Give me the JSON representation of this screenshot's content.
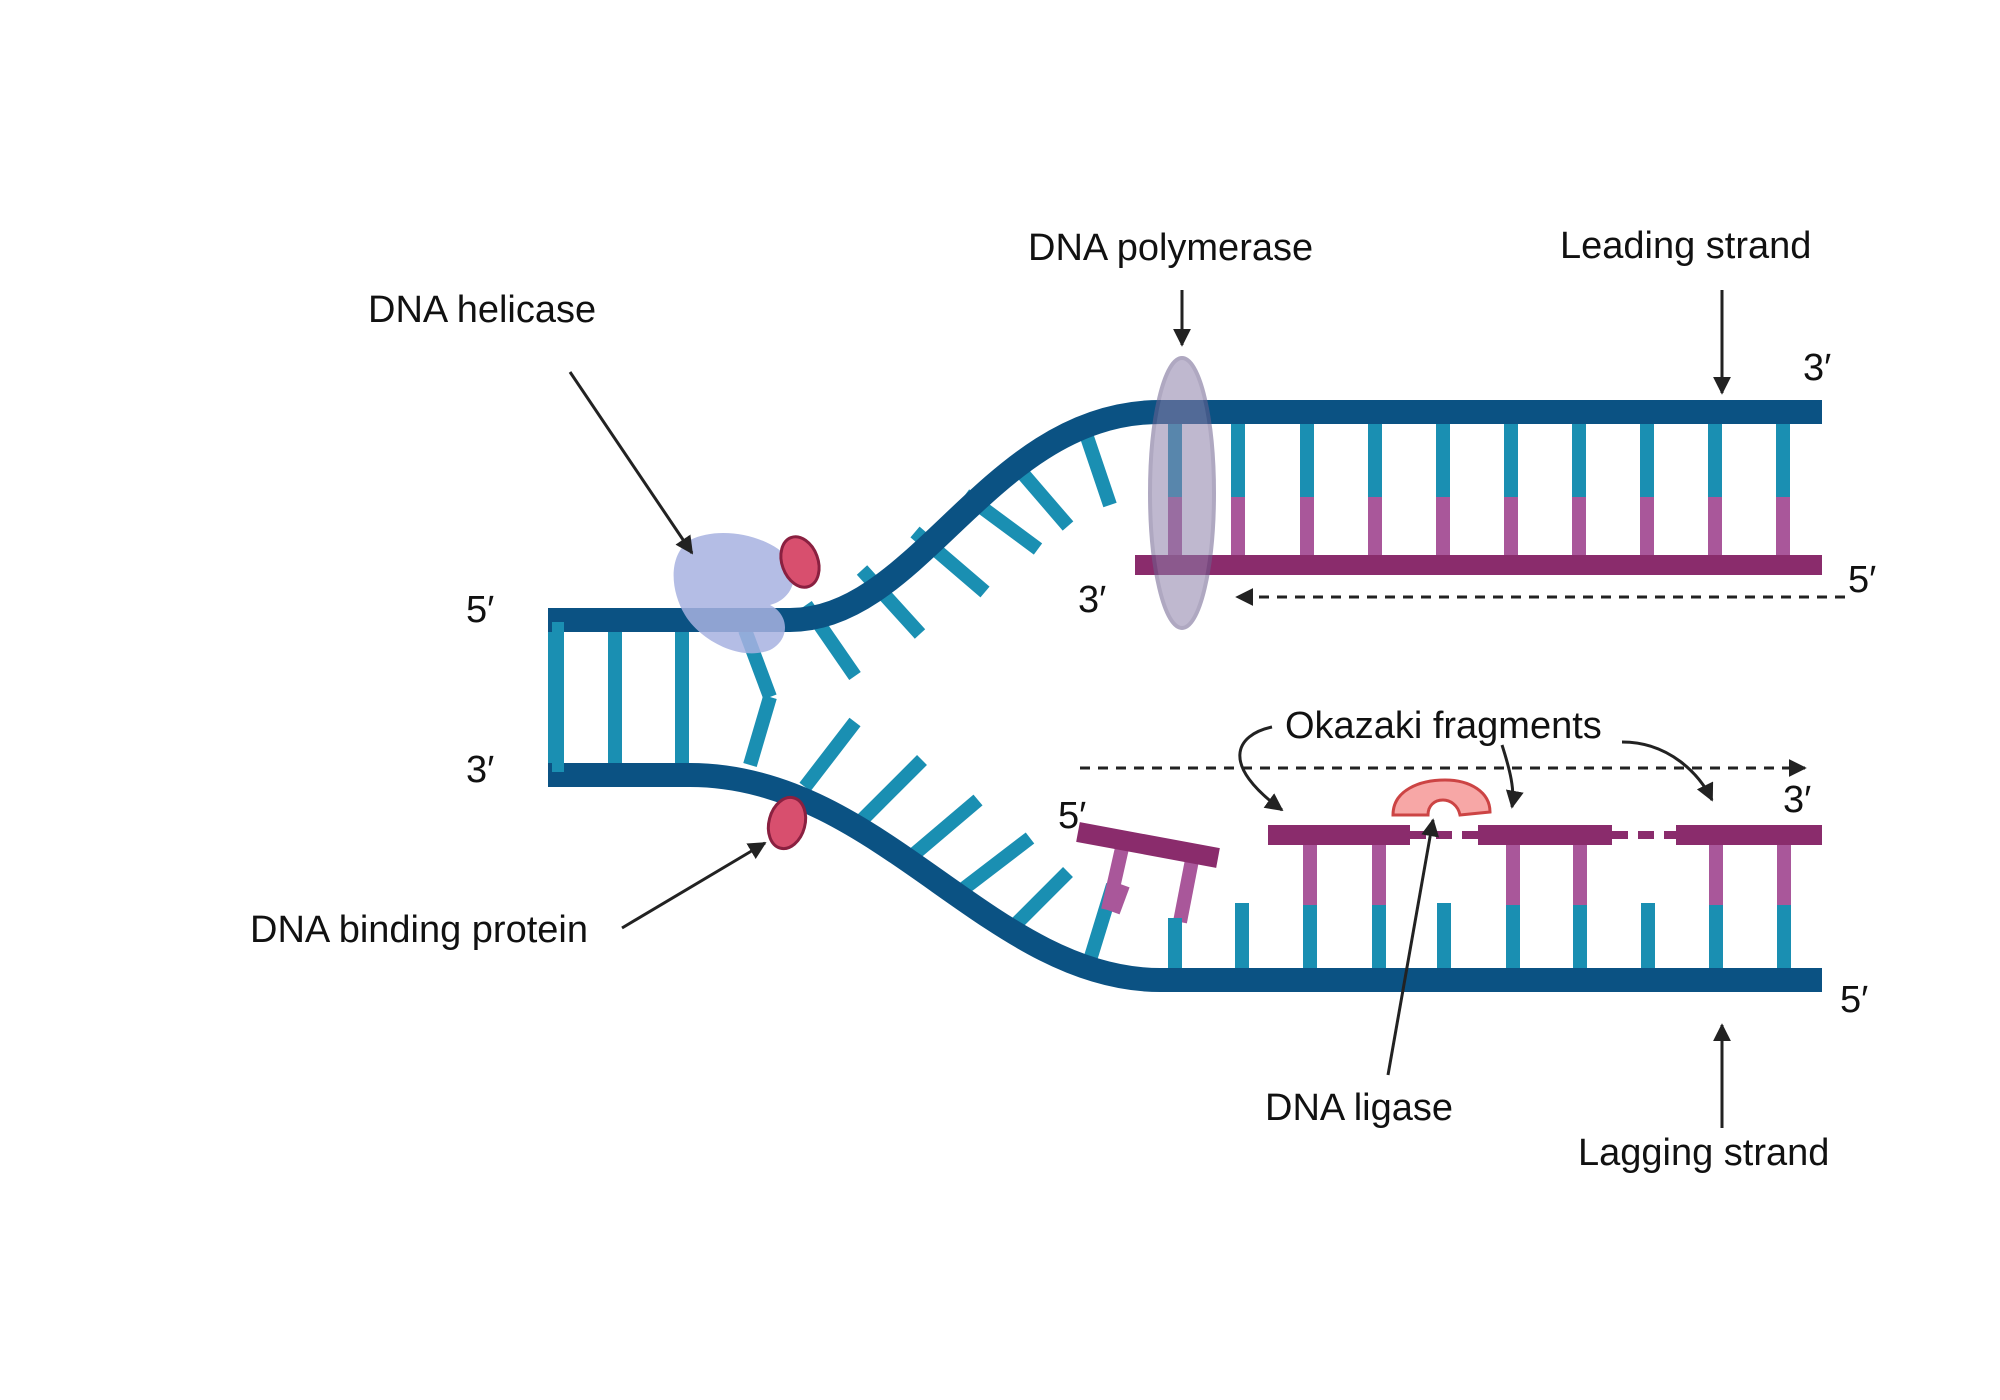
{
  "labels": {
    "dna_helicase": "DNA helicase",
    "dna_polymerase": "DNA polymerase",
    "leading_strand": "Leading strand",
    "okazaki_fragments": "Okazaki fragments",
    "dna_binding_protein": "DNA binding protein",
    "dna_ligase": "DNA ligase",
    "lagging_strand": "Lagging strand"
  },
  "strand_ends": {
    "parent_top_left": "5′",
    "parent_bottom_left": "3′",
    "leading_template_right": "3′",
    "leading_new_right": "5′",
    "leading_new_left": "3′",
    "lagging_new_right": "3′",
    "lagging_primer_left": "5′",
    "lagging_template_right": "5′"
  },
  "colors": {
    "parent_strand": "#0b5283",
    "parent_base": "#1a8fb2",
    "new_strand": "#8a2c6c",
    "new_base": "#a9579a",
    "helicase": "#a7b2e0",
    "binding_protein": "#d84f6e",
    "polymerase": "#8c7fa8",
    "ligase": "#f7a7a6",
    "arrow": "#222222"
  }
}
